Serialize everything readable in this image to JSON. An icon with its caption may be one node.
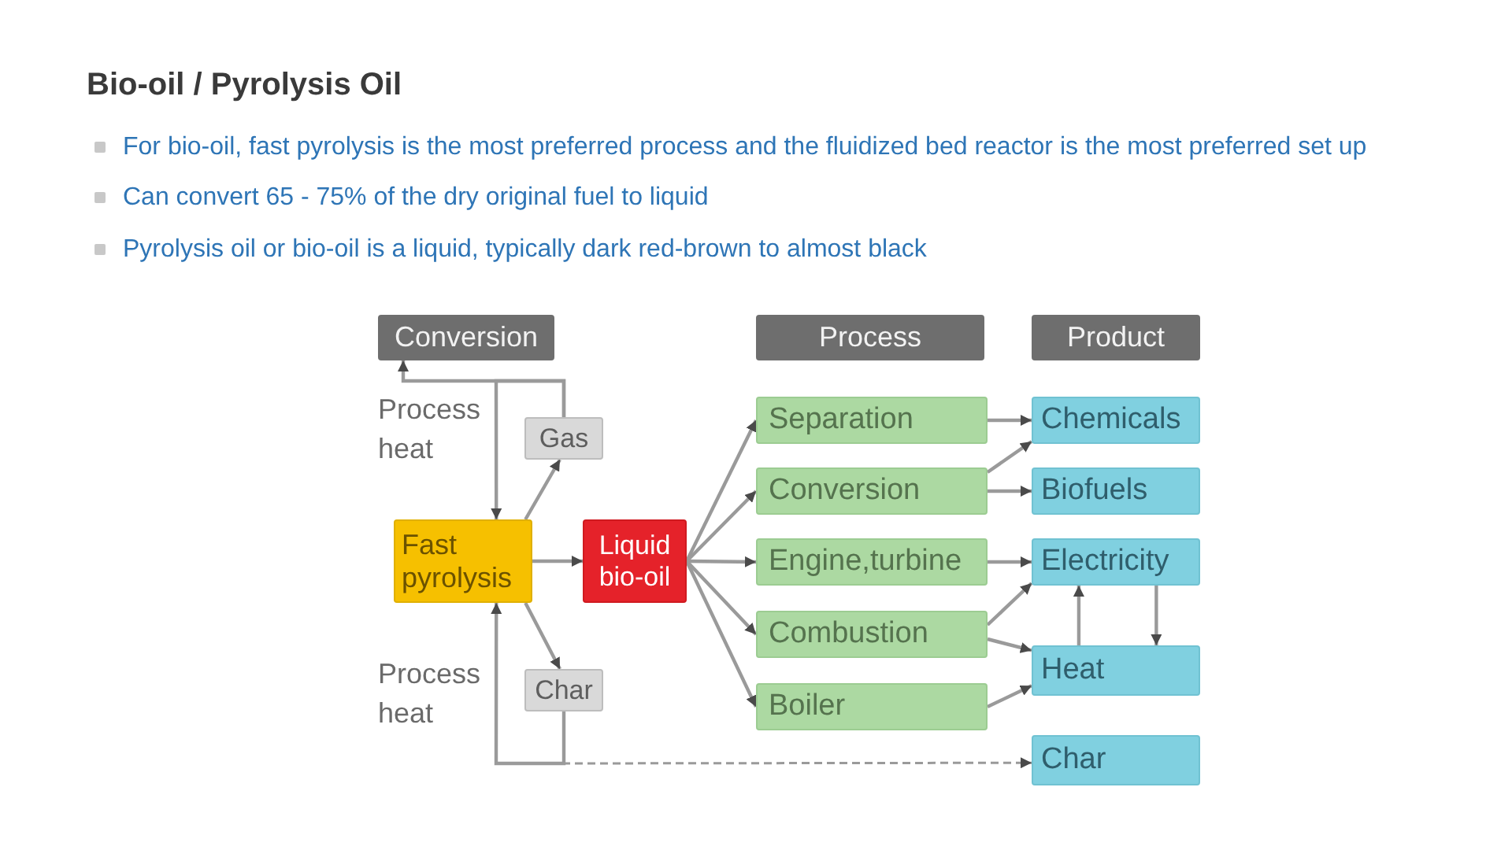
{
  "diagram": {
    "title": "Bio-oil / Pyrolysis Oil",
    "nodes": [
      {
        "text": [
          "Conversion"
        ]
      },
      {
        "text": [
          "Process"
        ]
      },
      {
        "text": [
          "Product"
        ]
      },
      {
        "text": [
          "Gas"
        ]
      },
      {
        "text": [
          "Fast pyrolysis"
        ]
      },
      {
        "text": [
          "Liquid bio-oil"
        ]
      },
      {
        "text": [
          "Char"
        ]
      },
      {
        "text": [
          "Separation"
        ]
      },
      {
        "text": [
          "Conversion"
        ]
      },
      {
        "text": [
          "Engine,turbine"
        ]
      },
      {
        "text": [
          "Combustion"
        ]
      },
      {
        "text": [
          "Boiler"
        ]
      },
      {
        "text": [
          "Chemicals"
        ]
      },
      {
        "text": [
          "Biofuels"
        ]
      },
      {
        "text": [
          "Electricity"
        ]
      },
      {
        "text": [
          "Heat"
        ]
      },
      {
        "text": [
          "Char"
        ]
      }
    ],
    "edges": [
      {
        "from": 4,
        "to": 3,
        "arrow": "to"
      },
      {
        "from": 3,
        "to": 4,
        "arrow": "to"
      },
      {
        "from": 3,
        "to": 0,
        "arrow": "to"
      },
      {
        "from": 4,
        "to": 6,
        "arrow": "to"
      },
      {
        "from": 6,
        "to": 4,
        "arrow": "to"
      },
      {
        "from": 6,
        "to": 16,
        "arrow": "to",
        "style": "dashed"
      },
      {
        "from": 4,
        "to": 5,
        "arrow": "to"
      },
      {
        "from": 5,
        "to": 7,
        "arrow": "to"
      },
      {
        "from": 5,
        "to": 8,
        "arrow": "to"
      },
      {
        "from": 5,
        "to": 9,
        "arrow": "to"
      },
      {
        "from": 5,
        "to": 10,
        "arrow": "to"
      },
      {
        "from": 5,
        "to": 11,
        "arrow": "to"
      },
      {
        "from": 7,
        "to": 12,
        "arrow": "to"
      },
      {
        "from": 8,
        "to": 12,
        "arrow": "to"
      },
      {
        "from": 8,
        "to": 13,
        "arrow": "to"
      },
      {
        "from": 9,
        "to": 14,
        "arrow": "to"
      },
      {
        "from": 10,
        "to": 14,
        "arrow": "to"
      },
      {
        "from": 10,
        "to": 15,
        "arrow": "to"
      },
      {
        "from": 11,
        "to": 15,
        "arrow": "to"
      },
      {
        "from": 15,
        "to": 14,
        "arrow": "to"
      },
      {
        "from": 14,
        "to": 15,
        "arrow": "to"
      }
    ],
    "labels": [
      "For bio-oil, fast pyrolysis is the most preferred process and the fluidized bed reactor is the most preferred set up",
      "Can convert 65 - 75% of the dry original fuel to liquid",
      "Pyrolysis oil or bio-oil is a liquid, typically dark red-brown to almost black",
      "Process heat",
      "Process heat"
    ]
  }
}
